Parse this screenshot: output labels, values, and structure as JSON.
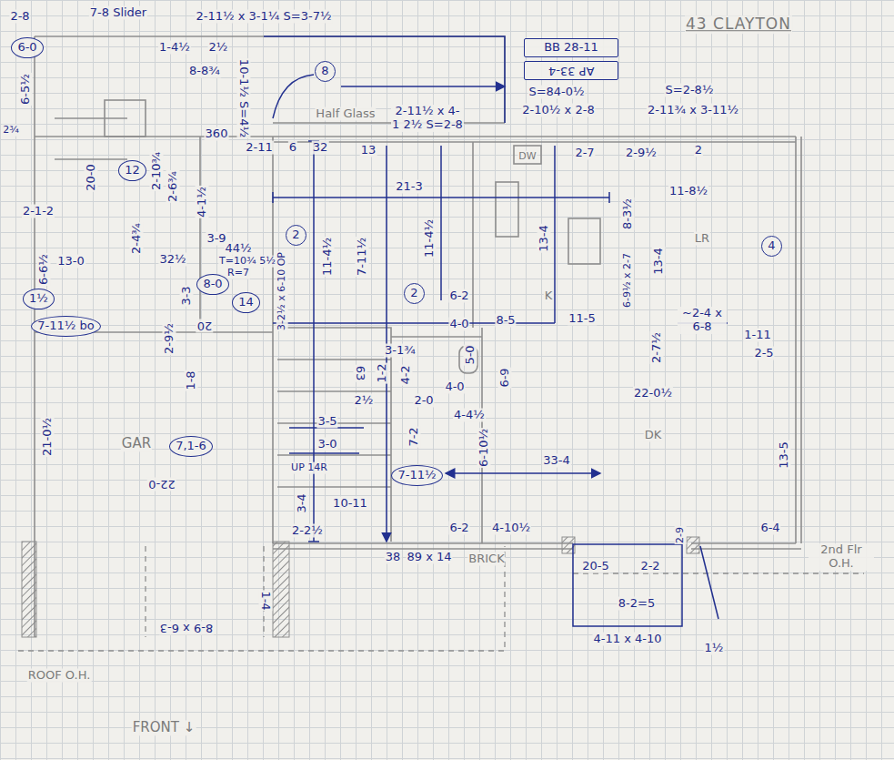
{
  "diagram": {
    "title": "43 CLAYTON",
    "nodes": [
      {
        "text": [
          "6-0"
        ]
      },
      {
        "text": [
          "BB 28-11"
        ]
      },
      {
        "text": [
          "AP 33-4"
        ]
      },
      {
        "text": [
          "8"
        ]
      },
      {
        "text": [
          "12"
        ]
      },
      {
        "text": [
          "2"
        ]
      },
      {
        "text": [
          "4"
        ]
      },
      {
        "text": [
          "8-0"
        ]
      },
      {
        "text": [
          "2"
        ]
      },
      {
        "text": [
          "1½"
        ]
      },
      {
        "text": [
          "14"
        ]
      },
      {
        "text": [
          "7-11½ bo"
        ]
      },
      {
        "text": [
          "7,1-6"
        ]
      },
      {
        "text": [
          "7-11½"
        ]
      }
    ],
    "labels": [
      "2-8",
      "7-8 Slider",
      "2-11½ x 3-1¼ S=3-7½",
      "1-4½",
      "2½",
      "8-8¾",
      "10-1½ S=4½",
      "6-5½",
      "2¾",
      "20-0",
      "2-10¾",
      "360",
      "2-11",
      "6",
      "32",
      "13",
      "Half Glass",
      "2-11½ x 4-1 2½ S=2-8",
      "S=84-0½",
      "2-10½ x 2-8",
      "S=2-8½",
      "2-11¾ x 3-11½",
      "DW",
      "2-7",
      "2-9½",
      "2",
      "21-3",
      "11-8½",
      "8-3½",
      "4-1½",
      "2-4¾",
      "2-6¾",
      "3-9",
      "44½",
      "T=10¾ 5½",
      "R=7",
      "32½",
      "3-3",
      "3-2½ x 6-10 OP",
      "11-4½",
      "7-11½",
      "11-4½",
      "13-4",
      "13-4",
      "6-2",
      "LR",
      "K",
      "6-9½ x 2-7",
      "11-5",
      "8-5",
      "4-0",
      "5-0",
      "2-7½",
      "~2-4 x 6-8",
      "1-11",
      "2-5",
      "22-0½",
      "DK",
      "33-4",
      "13-5",
      "6-4",
      "4-10½",
      "6-2",
      "BRICK",
      "6-9",
      "4-0",
      "2-0",
      "4-4½",
      "7-2",
      "6-10½",
      "3-1¾",
      "1-2",
      "4-2",
      "63",
      "2½",
      "3-5",
      "3-0",
      "UP 14R",
      "3-4",
      "10-11",
      "2-2½",
      "38",
      "89 x 14",
      "GAR",
      "21-0½",
      "22-0",
      "13-0",
      "20",
      "2-9½",
      "1-8",
      "1-4",
      "8-9 x 6-3",
      "ROOF O.H.",
      "FRONT ↓",
      "2nd Flr O.H.",
      "20-5",
      "2-2",
      "8-2=5",
      "4-11 x 4-10",
      "1½",
      "2-9",
      "2-1-2",
      "6-6½"
    ]
  }
}
